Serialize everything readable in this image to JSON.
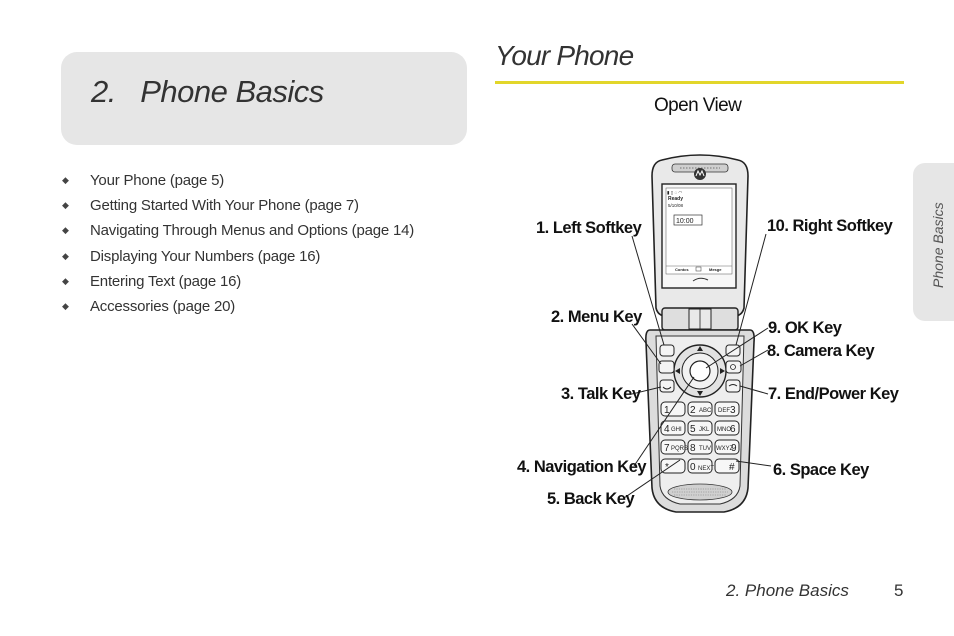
{
  "chapter": {
    "title": "2.   Phone Basics"
  },
  "toc": [
    "Your Phone (page 5)",
    "Getting Started With Your Phone (page 7)",
    "Navigating Through Menus and Options (page 14)",
    "Displaying Your Numbers (page 16)",
    "Entering Text (page 16)",
    "Accessories (page 20)"
  ],
  "section": {
    "title": "Your Phone",
    "figure_caption": "Open View"
  },
  "side_tab": {
    "label": "Phone Basics"
  },
  "footer": {
    "chapter": "2. Phone Basics",
    "page": "5"
  },
  "colors": {
    "accent_rule": "#e2d62a",
    "panel_gray": "#e6e6e6"
  },
  "callouts": {
    "left_softkey": "1. Left Softkey",
    "menu_key": "2. Menu Key",
    "talk_key": "3. Talk Key",
    "navigation_key": "4. Navigation Key",
    "back_key": "5. Back Key",
    "space_key": "6. Space Key",
    "end_power_key": "7. End/Power Key",
    "camera_key": "8. Camera Key",
    "ok_key": "9. OK Key",
    "right_softkey": "10. Right Softkey"
  },
  "screen": {
    "status": "Ready",
    "date": "5/10/08",
    "clock": "10:00",
    "left_soft": "Contcs",
    "right_soft": "Mesge"
  },
  "keypad": [
    {
      "num": "1",
      "letters": ""
    },
    {
      "num": "2",
      "letters": "ABC"
    },
    {
      "num": "3",
      "letters": "DEF"
    },
    {
      "num": "4",
      "letters": "GHI"
    },
    {
      "num": "5",
      "letters": "JKL"
    },
    {
      "num": "6",
      "letters": "MNO"
    },
    {
      "num": "7",
      "letters": "PQRS"
    },
    {
      "num": "8",
      "letters": "TUV"
    },
    {
      "num": "9",
      "letters": "WXYZ"
    },
    {
      "num": "*",
      "letters": ""
    },
    {
      "num": "0",
      "letters": "NEXT"
    },
    {
      "num": "#",
      "letters": ""
    }
  ]
}
